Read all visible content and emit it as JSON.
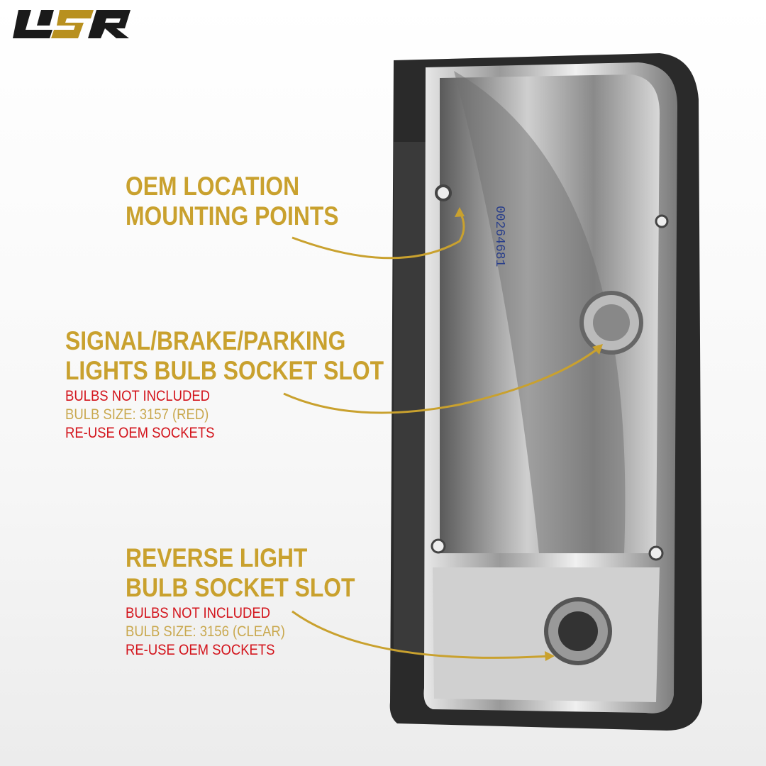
{
  "brand": {
    "logo_text": "USR",
    "colors": {
      "black": "#1a1a1a",
      "gold": "#c9a12e"
    }
  },
  "callouts": [
    {
      "title_lines": [
        "OEM LOCATION",
        "MOUNTING POINTS"
      ],
      "notes": []
    },
    {
      "title_lines": [
        "SIGNAL/BRAKE/PARKING",
        "LIGHTS BULB SOCKET SLOT"
      ],
      "notes": [
        {
          "text": "BULBS NOT INCLUDED",
          "color": "red"
        },
        {
          "text": "BULB SIZE: 3157 (RED)",
          "color": "gold"
        },
        {
          "text": "RE-USE OEM SOCKETS",
          "color": "red"
        }
      ]
    },
    {
      "title_lines": [
        "REVERSE LIGHT",
        "BULB SOCKET SLOT"
      ],
      "notes": [
        {
          "text": "BULBS NOT INCLUDED",
          "color": "red"
        },
        {
          "text": "BULB SIZE: 3156 (CLEAR)",
          "color": "gold"
        },
        {
          "text": "RE-USE OEM SOCKETS",
          "color": "red"
        }
      ]
    }
  ],
  "product": {
    "part_number": "00264681"
  }
}
